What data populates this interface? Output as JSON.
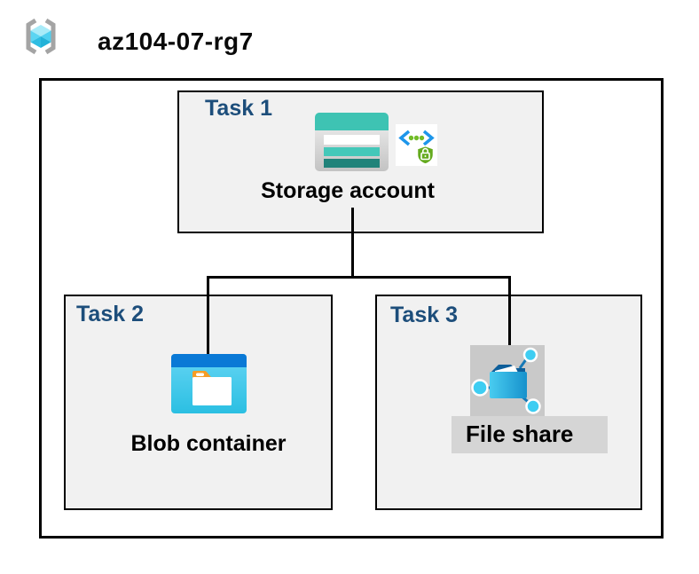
{
  "header": {
    "title": "az104-07-rg7",
    "icon": "resource-group-icon"
  },
  "diagram": {
    "tasks": [
      {
        "label": "Task 1",
        "item": "Storage account",
        "icons": [
          "storage-account-icon",
          "shared-access-signature-icon"
        ]
      },
      {
        "label": "Task 2",
        "item": "Blob container",
        "icons": [
          "blob-container-icon"
        ]
      },
      {
        "label": "Task 3",
        "item": "File share",
        "icons": [
          "file-share-icon"
        ]
      }
    ],
    "connections": [
      {
        "from": "Storage account",
        "to": "Blob container"
      },
      {
        "from": "Storage account",
        "to": "File share"
      }
    ]
  },
  "colors": {
    "task_label_navy": "#1d4e7b",
    "task_box_fill": "#f1f1f1",
    "border_black": "#000000",
    "storage_teal": "#3ec3b3",
    "storage_teal_dark": "#20837a",
    "blob_header_blue": "#0a79d6",
    "blob_body_cyan": "#3ac5e8",
    "blob_folder_tab_orange": "#f59d27",
    "fileshare_folder_blue": "#1691cc",
    "fileshare_node_cyan": "#3ecdf2",
    "fileshare_icon_bg_gray": "#c9c9c9",
    "fileshare_label_bg_gray": "#d5d5d5",
    "sas_bracket_blue": "#1d96ea",
    "sas_shield_green": "#64aa1e",
    "rg_cube_cyan": "#4fd0f0",
    "rg_bracket_gray": "#a4a4a4"
  }
}
